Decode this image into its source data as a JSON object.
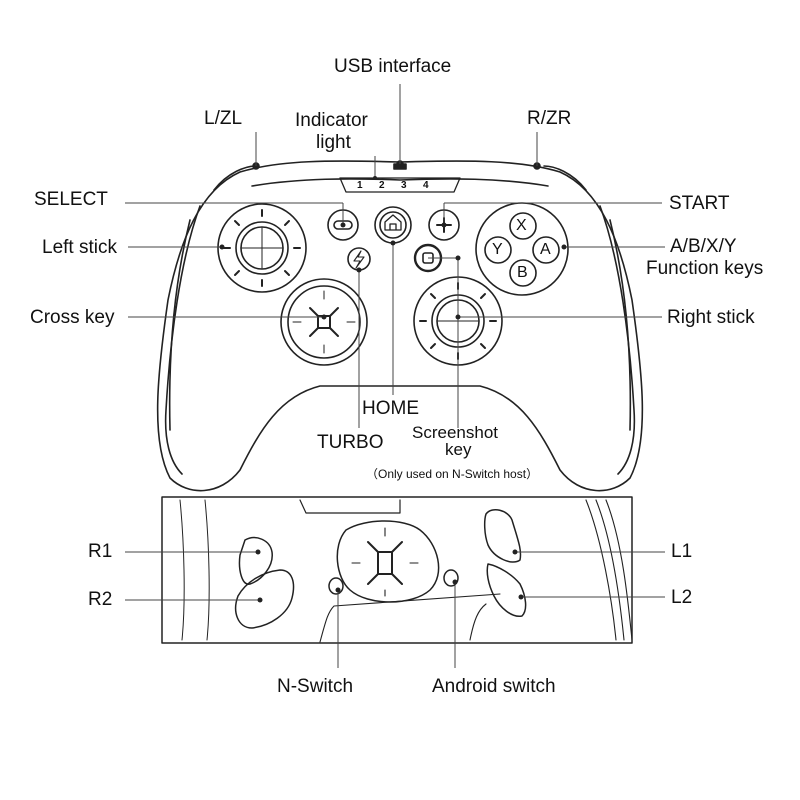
{
  "top_labels": {
    "usb_interface": "USB interface",
    "l_zl": "L/ZL",
    "r_zr": "R/ZR",
    "indicator_light": [
      "Indicator",
      "light"
    ],
    "select": "SELECT",
    "start": "START",
    "left_stick": "Left stick",
    "abxy": "A/B/X/Y",
    "function_keys": "Function keys",
    "cross_key": "Cross key",
    "right_stick": "Right stick",
    "home": "HOME",
    "turbo": "TURBO",
    "screenshot_key": [
      "Screenshot",
      "key"
    ],
    "screenshot_note": "（Only used on N-Switch host）"
  },
  "indicator_numbers": [
    "1",
    "2",
    "3",
    "4"
  ],
  "face_buttons": {
    "x": "X",
    "y": "Y",
    "a": "A",
    "b": "B"
  },
  "bottom_labels": {
    "r1": "R1",
    "r2": "R2",
    "l1": "L1",
    "l2": "L2",
    "n_switch": "N-Switch",
    "android_switch": "Android switch"
  }
}
